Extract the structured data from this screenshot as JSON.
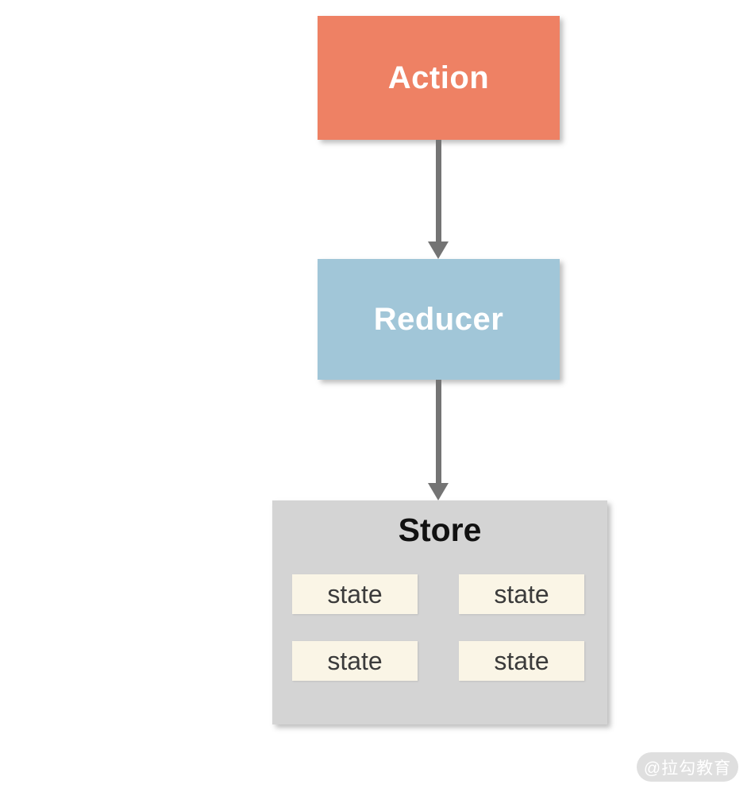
{
  "diagram": {
    "type": "flow",
    "nodes": {
      "action": {
        "label": "Action"
      },
      "reducer": {
        "label": "Reducer"
      },
      "store": {
        "label": "Store",
        "states": [
          "state",
          "state",
          "state",
          "state"
        ]
      }
    },
    "edges": [
      {
        "from": "action",
        "to": "reducer",
        "direction": "down"
      },
      {
        "from": "reducer",
        "to": "store",
        "direction": "down"
      }
    ],
    "colors": {
      "action_bg": "#EE8164",
      "action_text": "#FFFFFF",
      "reducer_bg": "#A1C6D8",
      "reducer_text": "#FFFFFF",
      "store_bg": "#D4D4D4",
      "store_text": "#111111",
      "state_bg": "#FAF5E6",
      "state_text": "#3B3B3B",
      "arrow": "#747474",
      "background": "#FFFFFF"
    }
  },
  "watermark": {
    "label": "@拉勾教育"
  }
}
